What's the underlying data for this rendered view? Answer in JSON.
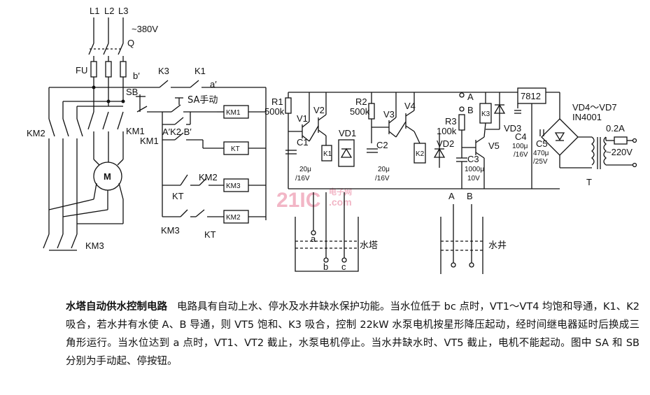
{
  "diagram": {
    "phases": [
      "L1",
      "L2",
      "L3"
    ],
    "supply_voltage": "~380V",
    "breaker": "Q",
    "fuse": "FU",
    "contacts": {
      "b_prime": "b′",
      "k3": "K3",
      "k1": "K1",
      "a_prime": "a′",
      "sb": "SB",
      "sa": "SA手动",
      "km1": "KM1",
      "km1b": "KM1",
      "a_k2_b": "A′K2 B′",
      "km2": "KM2",
      "km3": "KM3",
      "kt_a": "KT",
      "kt_b": "KT",
      "km2_b": "KM2",
      "km3_b": "KM3"
    },
    "coils": {
      "km1": "KM1",
      "kt": "KT",
      "km3": "KM3",
      "km2": "KM2"
    },
    "motor": "M",
    "ctrl": {
      "r1": "R1",
      "r1v": "500k",
      "r2": "R2",
      "r2v": "500k",
      "r3": "R3",
      "r3v": "100k",
      "v1": "V1",
      "v2": "V2",
      "v3": "V3",
      "v4": "V4",
      "v5": "V5",
      "vd1": "VD1",
      "vd2": "VD2",
      "vd3": "VD3",
      "k1": "K1",
      "k2": "K2",
      "k3": "K3",
      "c1": "C1",
      "c1a": "20μ",
      "c1b": "/16V",
      "c2": "C2",
      "c2a": "20μ",
      "c2b": "/16V",
      "c3": "C3",
      "c3a": "1000μ",
      "c3b": "10V",
      "c4": "C4",
      "c4a": "100μ",
      "c4b": "/16V",
      "c5": "C5",
      "c5a": "470μ",
      "c5b": "/25V",
      "reg": "7812",
      "bridge": "VD4～VD7",
      "bridge2": "IN4001",
      "fuse2": "0.2A",
      "mains": "~220V",
      "transformer": "T",
      "pt_a": "A",
      "pt_b": "B",
      "a_low": "A",
      "b_low": "B",
      "tower_a": "a",
      "tower_b": "b",
      "tower_c": "c",
      "tower": "水塔",
      "well": "水井"
    },
    "watermark_main": "21IC",
    "watermark_sub": "电子网",
    "watermark_com": ".com"
  },
  "caption": {
    "title": "水塔自动供水控制电路",
    "body": "电路具有自动上水、停水及水井缺水保护功能。当水位低于 bc 点时，VT1～VT4 均饱和导通，K1、K2 吸合，若水井有水使 A、B 导通，则 VT5 饱和、K3 吸合，控制 22kW 水泵电机按星形降压起动，经时间继电器延时后换成三角形运行。当水位达到 a 点时，VT1、VT2 截止，水泵电机停止。当水井缺水时、VT5 截止，电机不能起动。图中 SA 和 SB 分别为手动起、停按钮。"
  }
}
